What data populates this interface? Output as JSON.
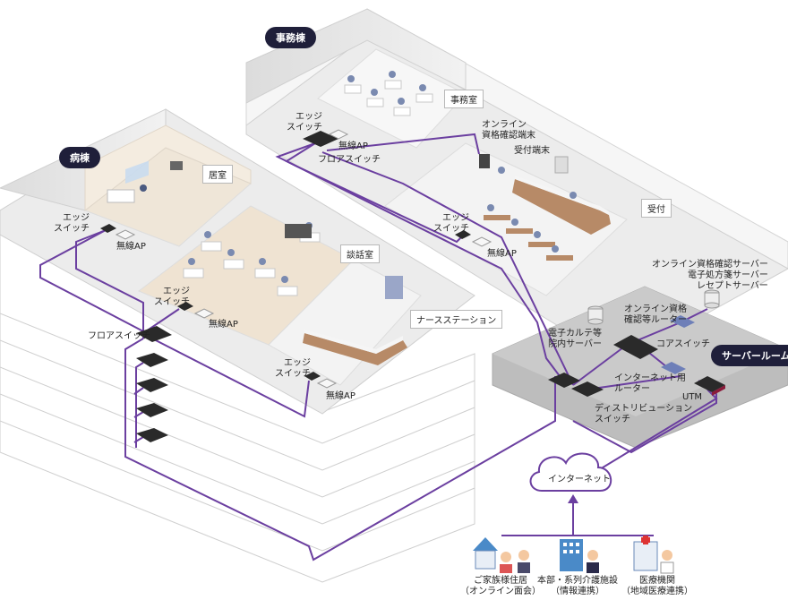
{
  "buildings": {
    "ward": "病棟",
    "office": "事務棟",
    "server_room": "サーバールーム"
  },
  "rooms": {
    "living_room": "居室",
    "lounge": "談話室",
    "nurse_station": "ナースステーション",
    "office_room": "事務室",
    "reception": "受付"
  },
  "devices": {
    "edge_switch": "エッジ\nスイッチ",
    "wireless_ap": "無線AP",
    "floor_switch": "フロアスイッチ",
    "online_terminal": "オンライン\n資格確認端末",
    "reception_terminal": "受付端末",
    "ehr_server": "電子カルテ等\n院内サーバー",
    "online_router": "オンライン資格\n確認等ルーター",
    "core_switch": "コアスイッチ",
    "internet_router": "インターネット用\nルーター",
    "utm": "UTM",
    "distribution_switch": "ディストリビューション\nスイッチ",
    "cloud_servers": "オンライン資格確認サーバー\n電子処方箋サーバー\nレセプトサーバー"
  },
  "internet": "インターネット",
  "external": [
    "ご家族様住居\n（オンライン面会）",
    "本部・系列介護施設\n（情報連携）",
    "医療機関\n（地域医療連携）"
  ],
  "colors": {
    "network_line": "#6b3fa0",
    "floor_slab": "#e6e6e6",
    "room_floor": "#f0e8dc",
    "dark_tag": "#1f1f3a",
    "server_room_floor": "#b9b9b9",
    "device": "#2a2a2a",
    "router": "#6e7fb8",
    "utm": "#8a1a3a"
  }
}
